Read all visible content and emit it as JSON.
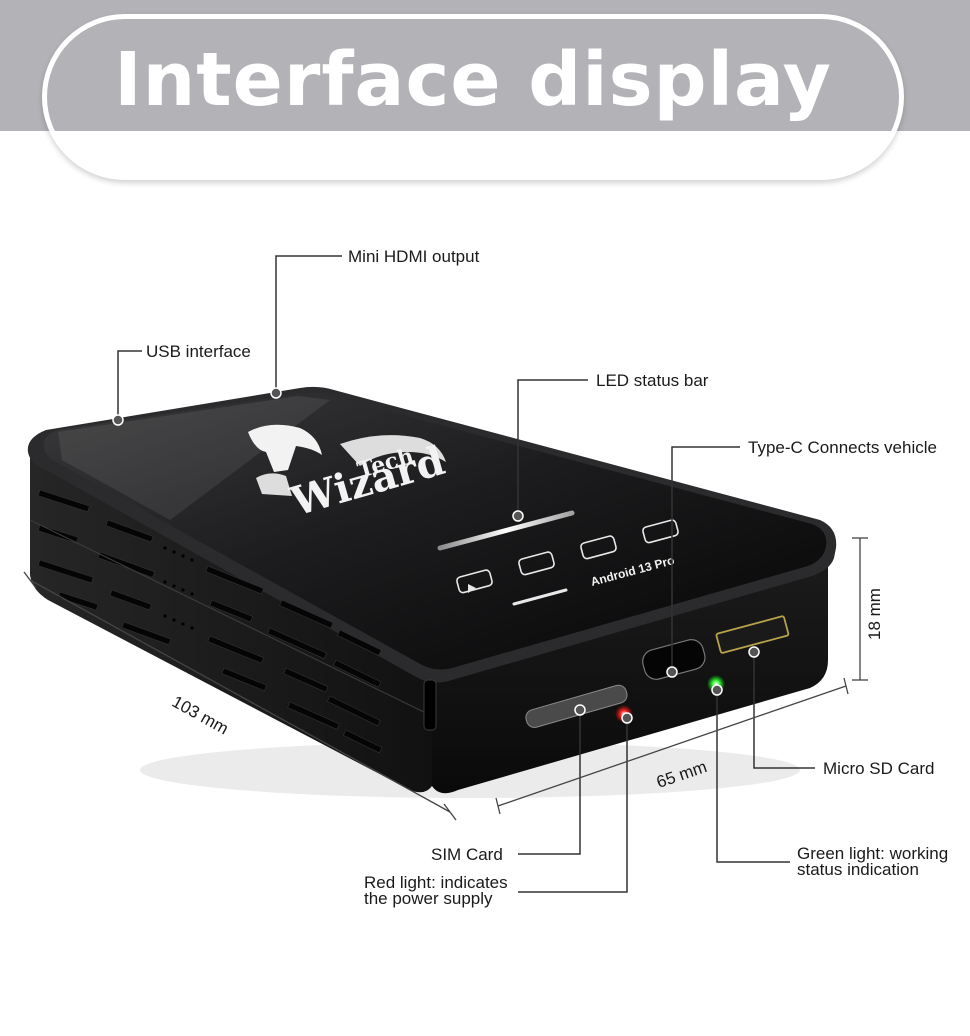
{
  "banner": {
    "title": "Interface display"
  },
  "device": {
    "logo": {
      "line1": "Tech",
      "line2": "Wizard"
    },
    "model": "Android 13 Pro"
  },
  "callouts": {
    "mini_hdmi": "Mini HDMI output",
    "usb": "USB interface",
    "led_bar": "LED status bar",
    "type_c": "Type-C Connects vehicle",
    "micro_sd": "Micro SD Card",
    "sim": "SIM Card",
    "red_light": {
      "line1": "Red light: indicates",
      "line2": "the power supply"
    },
    "green_light": {
      "line1": "Green light: working",
      "line2": "status indication"
    }
  },
  "dimensions": {
    "length": "103 mm",
    "width": "65 mm",
    "height": "18 mm"
  },
  "colors": {
    "banner_band": "#b3b3b7",
    "device_body": "#141414",
    "red_led": "#ff2a2a",
    "green_led": "#3cff3c"
  }
}
